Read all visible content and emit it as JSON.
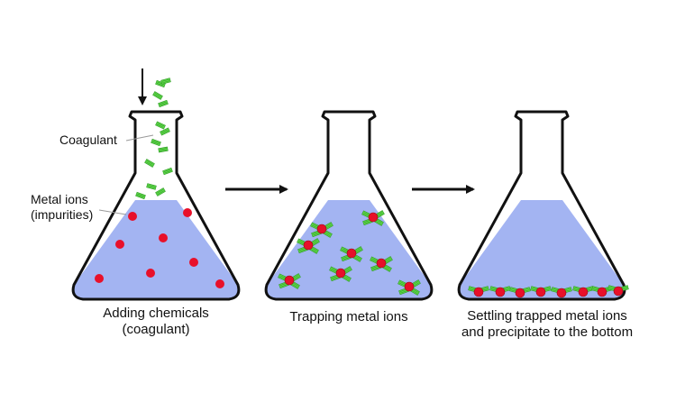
{
  "colors": {
    "water": "#a3b4f2",
    "outline": "#111111",
    "metal_ion": "#e8102a",
    "coagulant": "#5fd84a",
    "background": "#ffffff"
  },
  "labels": {
    "coagulant": "Coagulant",
    "metal_ions_line1": "Metal ions",
    "metal_ions_line2": "(impurities)"
  },
  "steps": [
    {
      "line1": "Adding chemicals",
      "line2": "(coagulant)"
    },
    {
      "line1": "Trapping metal ions",
      "line2": ""
    },
    {
      "line1": "Settling trapped metal ions",
      "line2": "and precipitate to the bottom"
    }
  ],
  "icons": [
    "down-arrow-icon",
    "right-arrow-icon",
    "flask-icon"
  ]
}
